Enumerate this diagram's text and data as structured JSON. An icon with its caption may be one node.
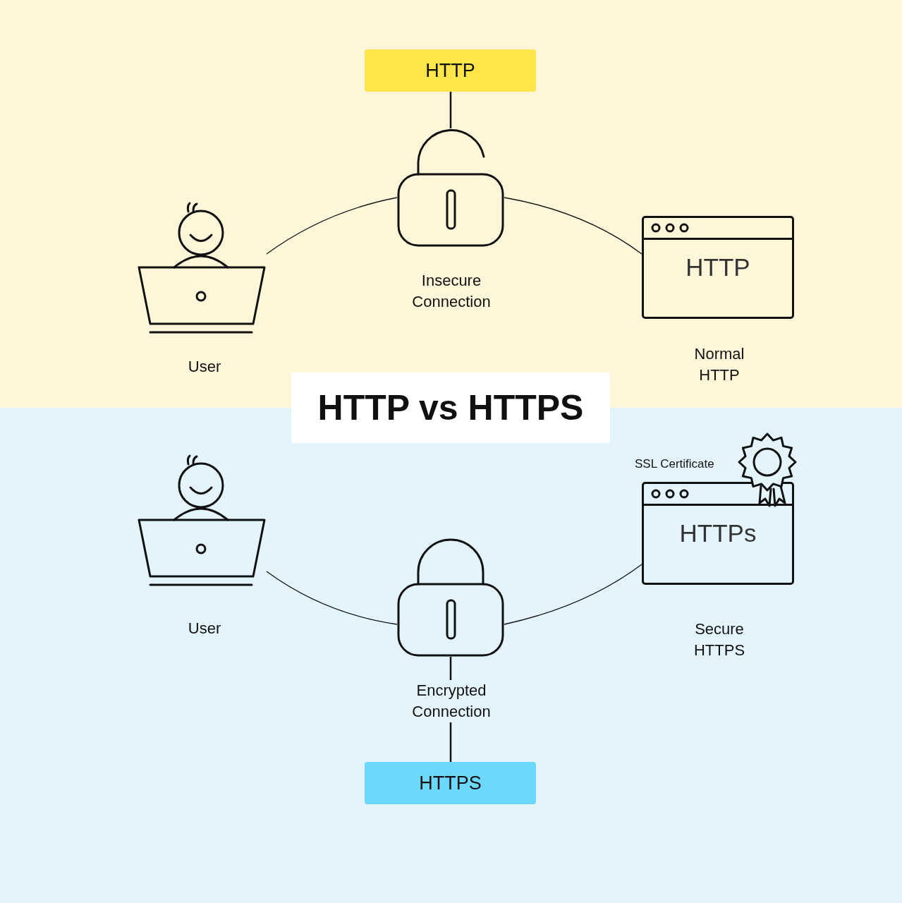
{
  "diagram": {
    "title": "HTTP vs HTTPS",
    "nodes": [
      {
        "text": [
          "HTTP"
        ]
      },
      {
        "text": [],
        "shape": "picture",
        "beside": [
          "Insecure Connection"
        ]
      },
      {
        "text": [],
        "shape": "picture",
        "beside": [
          "User"
        ]
      },
      {
        "text": [
          "HTTP"
        ],
        "beside": [
          "Normal HTTP"
        ]
      },
      {
        "text": [],
        "shape": "picture",
        "beside": [
          "User"
        ]
      },
      {
        "text": [],
        "shape": "picture",
        "beside": [
          "Encrypted Connection"
        ]
      },
      {
        "text": [
          "HTTPs"
        ],
        "beside": [
          "SSL Certificate",
          "Secure HTTPS"
        ]
      },
      {
        "text": [
          "HTTPS"
        ]
      }
    ],
    "edges": [
      {
        "from": 0,
        "to": 1,
        "arrow": "none"
      },
      {
        "from": 2,
        "to": 1,
        "arrow": "none"
      },
      {
        "from": 1,
        "to": 3,
        "arrow": "none"
      },
      {
        "from": 4,
        "to": 5,
        "arrow": "none"
      },
      {
        "from": 5,
        "to": 6,
        "arrow": "none"
      },
      {
        "from": 5,
        "to": 7,
        "arrow": "none"
      }
    ]
  }
}
